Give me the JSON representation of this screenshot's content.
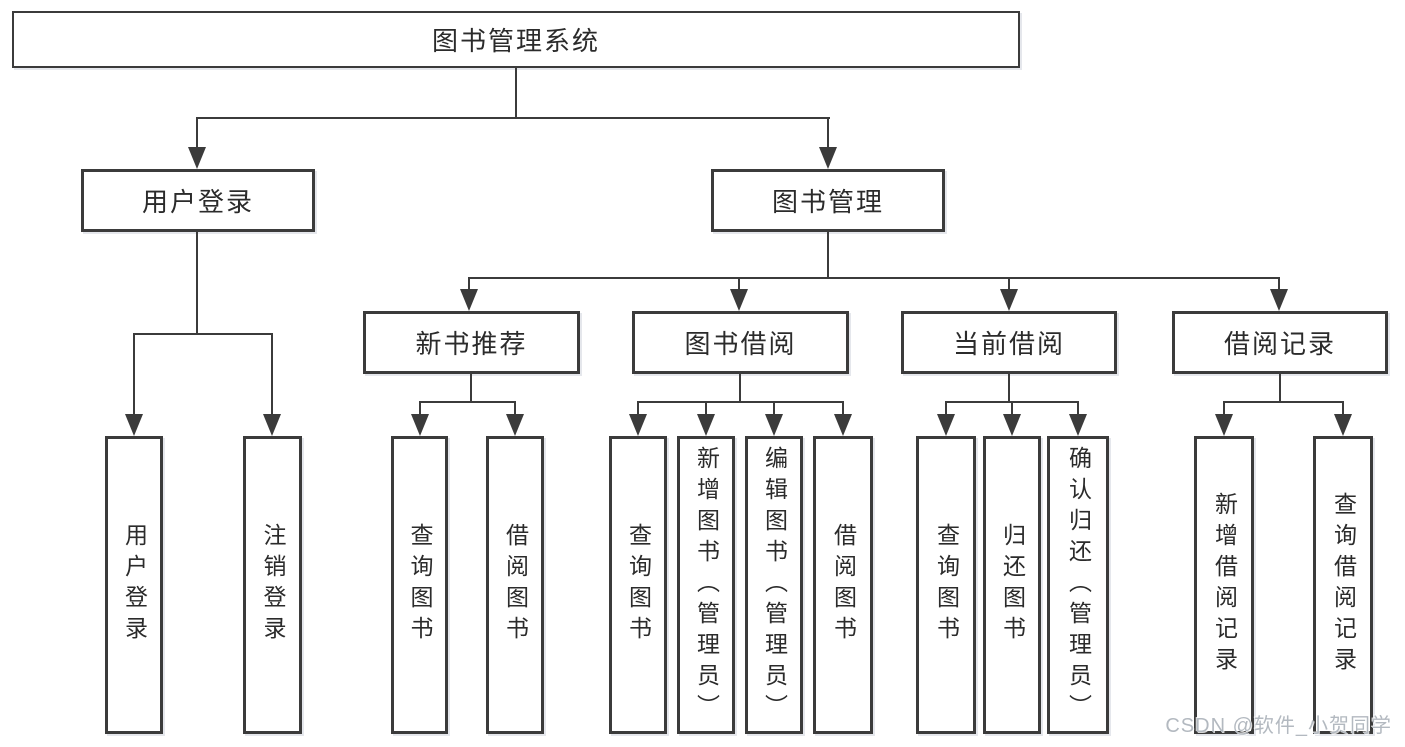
{
  "diagram": {
    "root": {
      "label": "图书管理系统"
    },
    "level2": [
      {
        "id": "user-login",
        "label": "用户登录"
      },
      {
        "id": "book-management",
        "label": "图书管理"
      }
    ],
    "level3": [
      {
        "id": "new-book-recommend",
        "label": "新书推荐",
        "parent": "图书管理"
      },
      {
        "id": "book-borrow",
        "label": "图书借阅",
        "parent": "图书管理"
      },
      {
        "id": "current-borrow",
        "label": "当前借阅",
        "parent": "图书管理"
      },
      {
        "id": "borrow-record",
        "label": "借阅记录",
        "parent": "图书管理"
      }
    ],
    "leaves": [
      {
        "label": "用户登录",
        "parent": "用户登录"
      },
      {
        "label": "注销登录",
        "parent": "用户登录"
      },
      {
        "label": "查询图书",
        "parent": "新书推荐"
      },
      {
        "label": "借阅图书",
        "parent": "新书推荐"
      },
      {
        "label": "查询图书",
        "parent": "图书借阅"
      },
      {
        "label": "新增图书（管理员）",
        "parent": "图书借阅"
      },
      {
        "label": "编辑图书（管理员）",
        "parent": "图书借阅"
      },
      {
        "label": "借阅图书",
        "parent": "图书借阅"
      },
      {
        "label": "查询图书",
        "parent": "当前借阅"
      },
      {
        "label": "归还图书",
        "parent": "当前借阅"
      },
      {
        "label": "确认归还（管理员）",
        "parent": "当前借阅"
      },
      {
        "label": "新增借阅记录",
        "parent": "借阅记录"
      },
      {
        "label": "查询借阅记录",
        "parent": "借阅记录"
      }
    ],
    "colors": {
      "line": "#3b3b3b",
      "border": "#3b3b3b",
      "text": "#2b2b2b",
      "watermark": "#b3b9c0",
      "background": "#ffffff"
    },
    "watermark": "CSDN @软件_小贺同学"
  }
}
